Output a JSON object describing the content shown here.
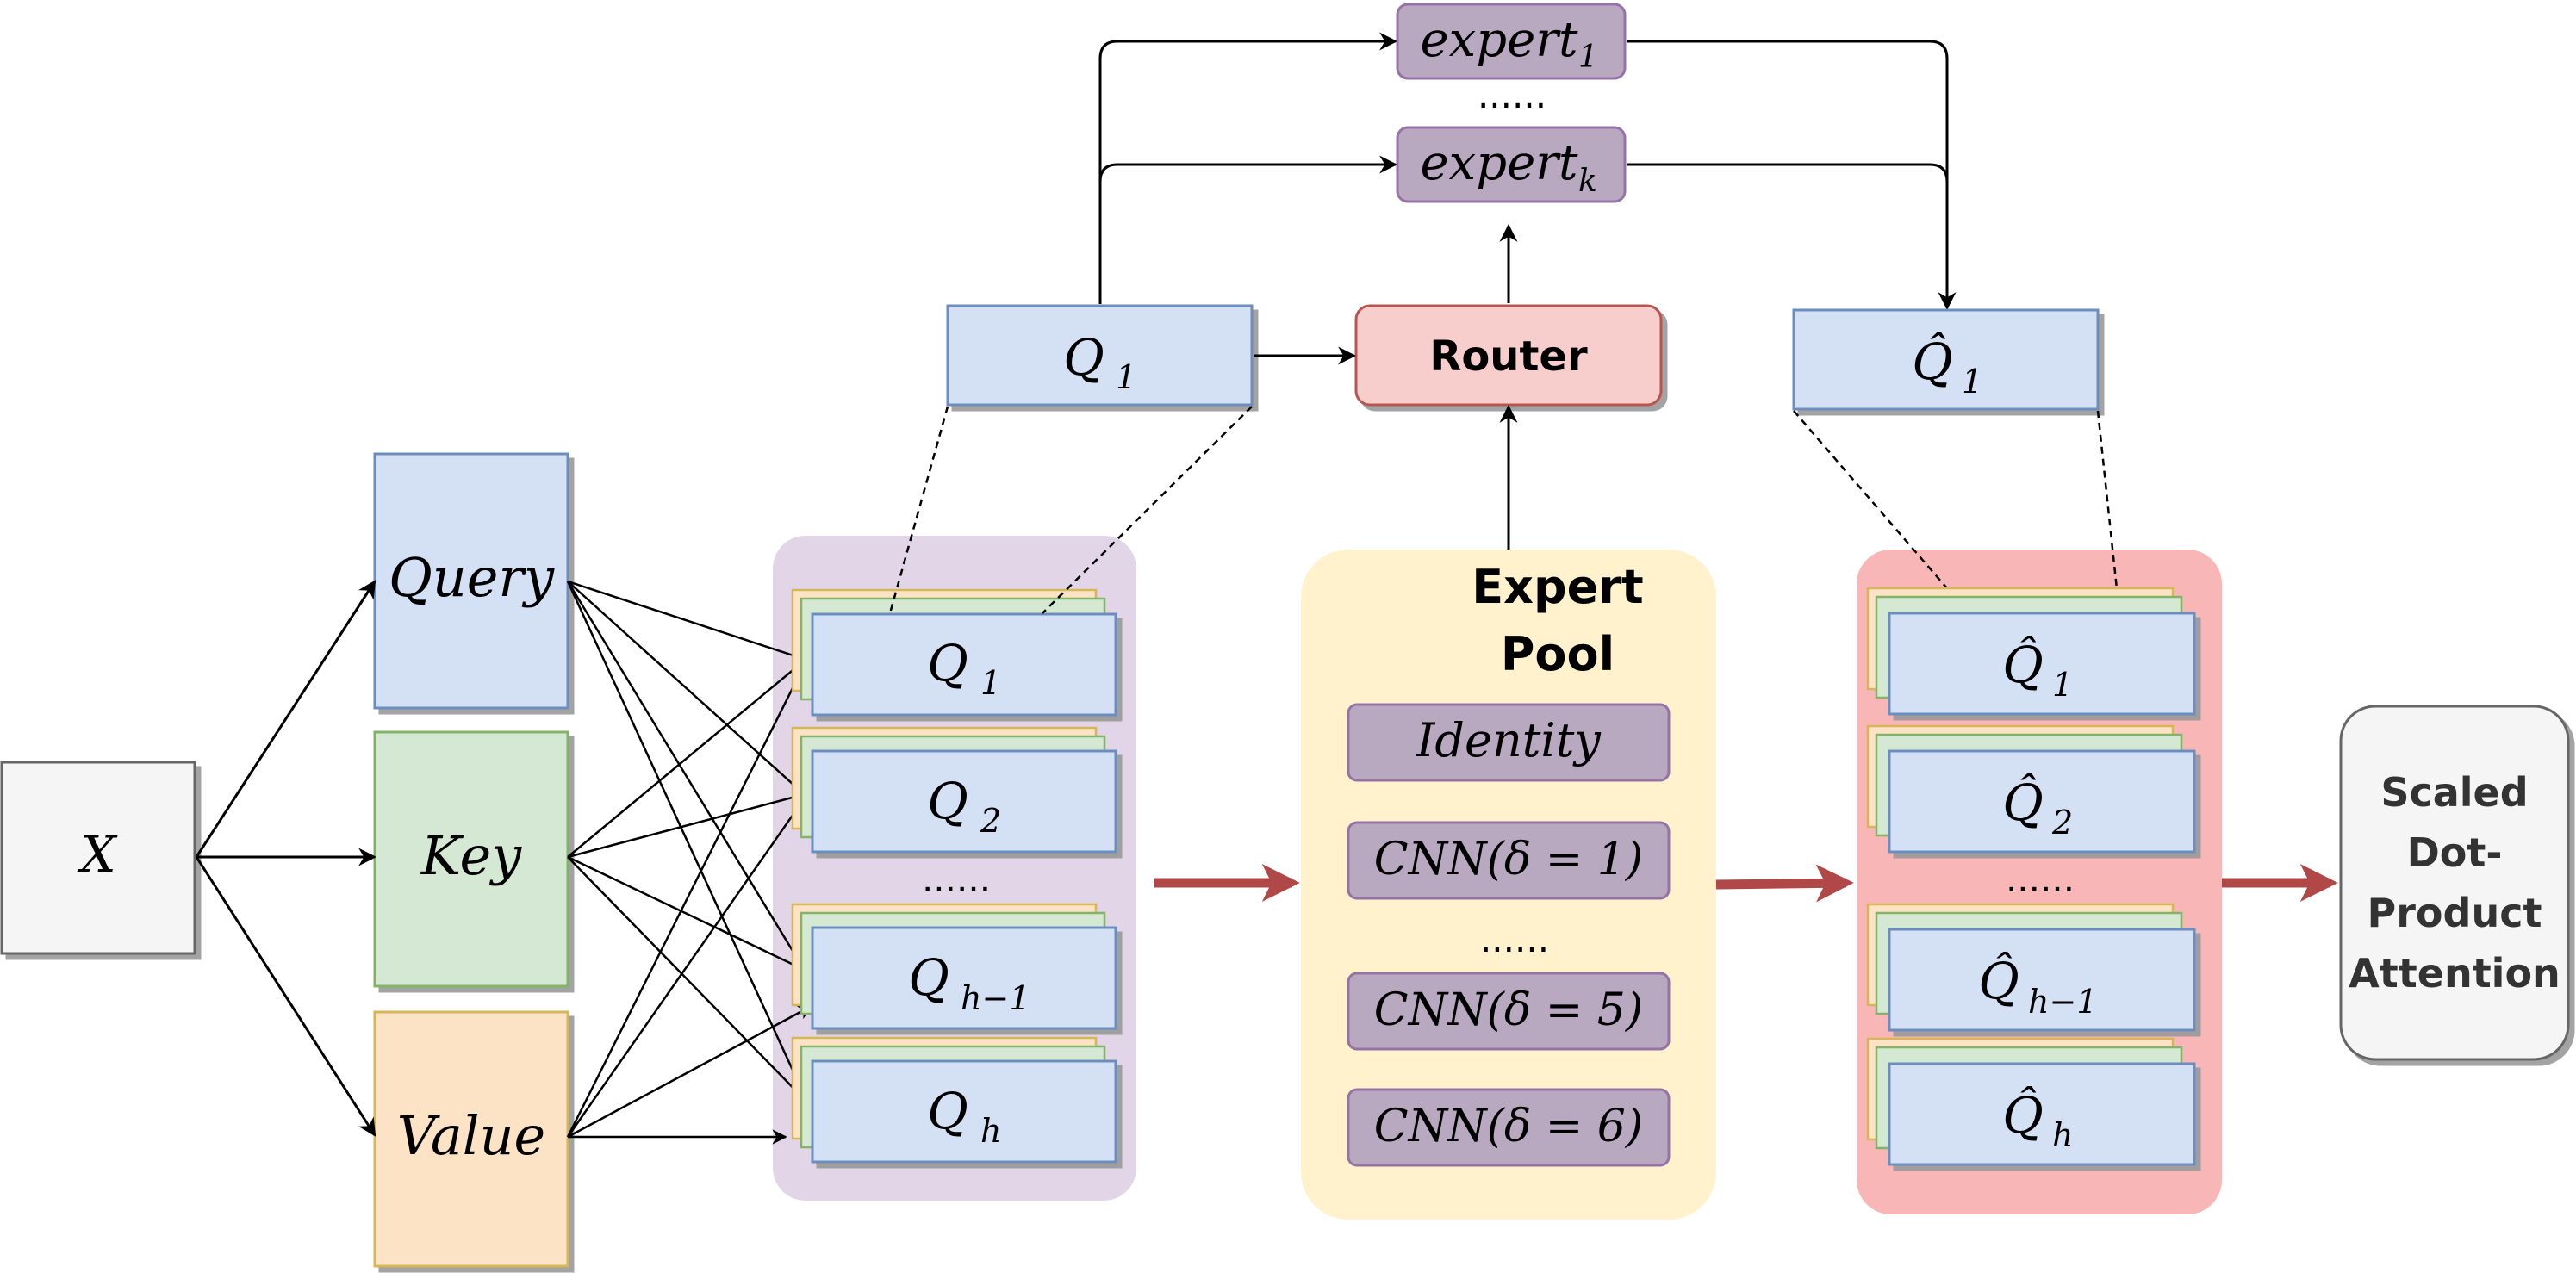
{
  "input": {
    "label": "X"
  },
  "projections": {
    "query": "Query",
    "key": "Key",
    "value": "Value"
  },
  "heads": [
    {
      "base": "Q",
      "sub": "1"
    },
    {
      "base": "Q",
      "sub": "2"
    },
    {
      "base": "Q",
      "sub": "h−1"
    },
    {
      "base": "Q",
      "sub": "h"
    }
  ],
  "ellipsis": "......",
  "selected_head": {
    "base": "Q",
    "sub": "1"
  },
  "router": {
    "label": "Router"
  },
  "experts": [
    {
      "base": "expert",
      "sub": "1"
    },
    {
      "base": "expert",
      "sub": "k"
    }
  ],
  "expert_pool": {
    "title_line1": "Expert",
    "title_line2": "Pool",
    "items": [
      "Identity",
      "CNN(δ = 1)",
      "CNN(δ = 5)",
      "CNN(δ = 6)"
    ]
  },
  "output_heads": [
    {
      "base": "Q̂",
      "sub": "1"
    },
    {
      "base": "Q̂",
      "sub": "2"
    },
    {
      "base": "Q̂",
      "sub": "h−1"
    },
    {
      "base": "Q̂",
      "sub": "h"
    }
  ],
  "selected_output": {
    "base": "Q̂",
    "sub": "1"
  },
  "attention": {
    "line1": "Scaled",
    "line2": "Dot-",
    "line3": "Product",
    "line4": "Attention"
  },
  "colors": {
    "blue_fill": "#d4e1f5",
    "blue_stroke": "#6c8ebf",
    "green_fill": "#d5e8d4",
    "green_stroke": "#82b366",
    "orange_fill": "#fde3c6",
    "orange_stroke": "#d6b656",
    "purple_fill": "#b8a9c0",
    "purple_stroke": "#9673a6",
    "red_fill": "#f8cecc",
    "red_stroke": "#b85450",
    "pool_bg": "#fff2cc",
    "heads_bg": "#e1d5e7",
    "out_bg": "#f8b6b6",
    "arrow_red": "#b04848"
  }
}
